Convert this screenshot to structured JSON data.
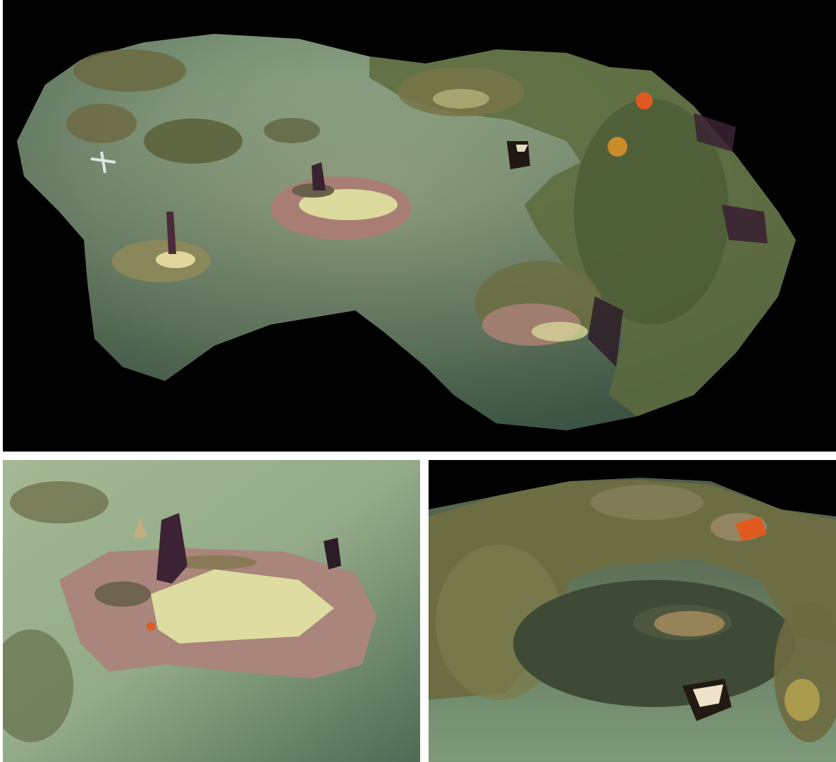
{
  "figure": {
    "panels": [
      {
        "id": "overview",
        "content": "3d-reef-model-overview"
      },
      {
        "id": "detail-left",
        "content": "close-up-coral-mound"
      },
      {
        "id": "detail-right",
        "content": "close-up-seagrass-and-reef-wall"
      }
    ],
    "colors": {
      "background": "#000000",
      "sand": "#7f9a78",
      "sand_light": "#b9c9a4",
      "reef_green": "#5e6a3a",
      "coral_pink": "#a77c73",
      "coral_yellow": "#d8d79a",
      "sea_fan_purple": "#3a2232",
      "sponge_orange": "#e05a1f",
      "seagrass": "#3f4a35"
    }
  }
}
